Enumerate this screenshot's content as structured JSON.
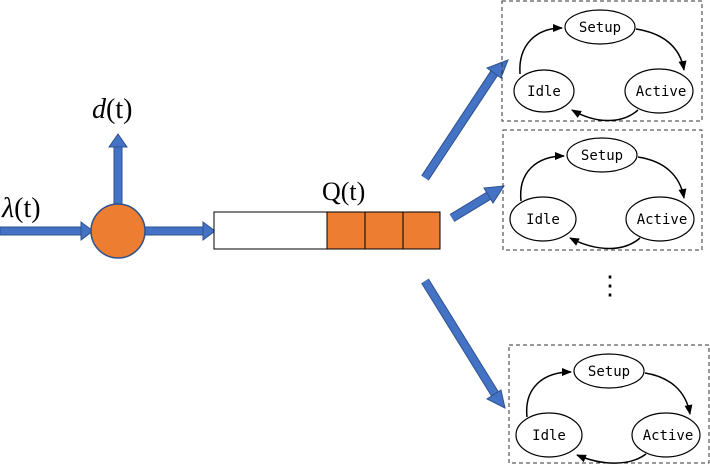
{
  "labels": {
    "arrival_func": "λ",
    "arrival_arg": "(t)",
    "departure_func": "d",
    "departure_arg": "(t)",
    "queue": "Q(t)"
  },
  "servers": [
    {
      "setup": "Setup",
      "idle": "Idle",
      "active": "Active"
    },
    {
      "setup": "Setup",
      "idle": "Idle",
      "active": "Active"
    },
    {
      "setup": "Setup",
      "idle": "Idle",
      "active": "Active"
    }
  ],
  "ellipsis": "⋮",
  "colors": {
    "arrow_blue": "#4472c4",
    "arrow_outline": "#2f528f",
    "node_orange": "#ed7d31",
    "queue_fill_count": 3
  }
}
